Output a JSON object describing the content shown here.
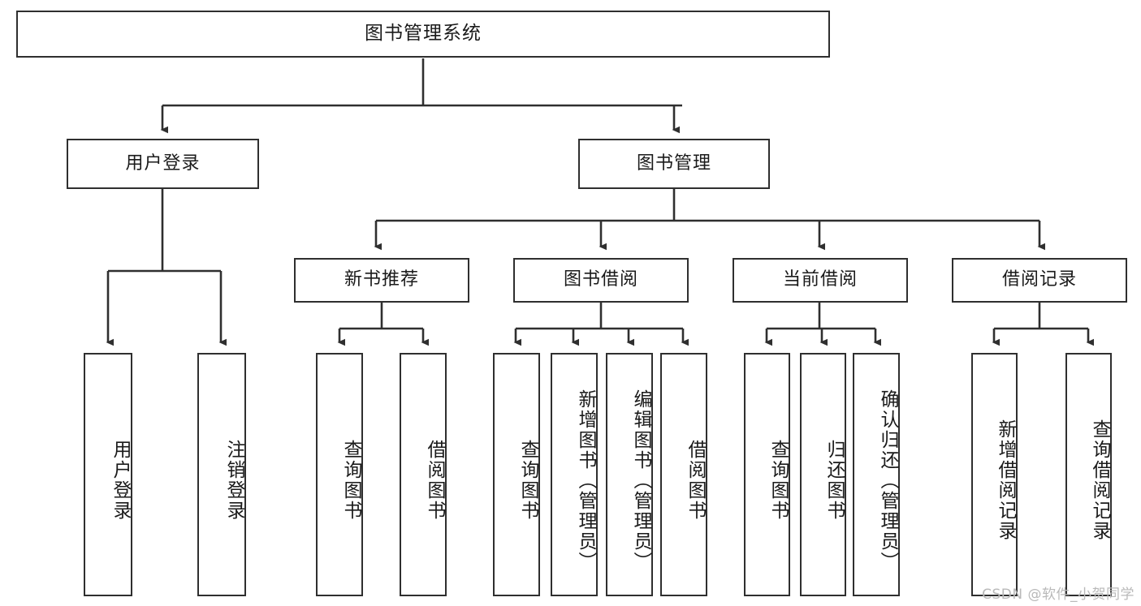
{
  "diagram": {
    "title": "图书管理系统",
    "watermark": "CSDN @软件_小贺同学",
    "theme": {
      "stroke": "#2f2f2f",
      "fill": "#ffffff",
      "text": "#1a1a1a",
      "watermark_color": "#b9b9b9"
    },
    "levels": {
      "root": {
        "label": "图书管理系统"
      },
      "level1": [
        {
          "label": "用户登录"
        },
        {
          "label": "图书管理"
        }
      ],
      "level2": [
        {
          "label": "新书推荐",
          "parent": "图书管理"
        },
        {
          "label": "图书借阅",
          "parent": "图书管理"
        },
        {
          "label": "当前借阅",
          "parent": "图书管理"
        },
        {
          "label": "借阅记录",
          "parent": "图书管理"
        }
      ],
      "leaves": [
        {
          "label": "用户登录",
          "parent": "用户登录"
        },
        {
          "label": "注销登录",
          "parent": "用户登录"
        },
        {
          "label": "查询图书",
          "parent": "新书推荐"
        },
        {
          "label": "借阅图书",
          "parent": "新书推荐"
        },
        {
          "label": "查询图书",
          "parent": "图书借阅"
        },
        {
          "label": "新增图书（管理员）",
          "parent": "图书借阅"
        },
        {
          "label": "编辑图书（管理员）",
          "parent": "图书借阅"
        },
        {
          "label": "借阅图书",
          "parent": "图书借阅"
        },
        {
          "label": "查询图书",
          "parent": "当前借阅"
        },
        {
          "label": "归还图书",
          "parent": "当前借阅"
        },
        {
          "label": "确认归还（管理员）",
          "parent": "当前借阅"
        },
        {
          "label": "新增借阅记录",
          "parent": "借阅记录"
        },
        {
          "label": "查询借阅记录",
          "parent": "借阅记录"
        }
      ]
    }
  }
}
